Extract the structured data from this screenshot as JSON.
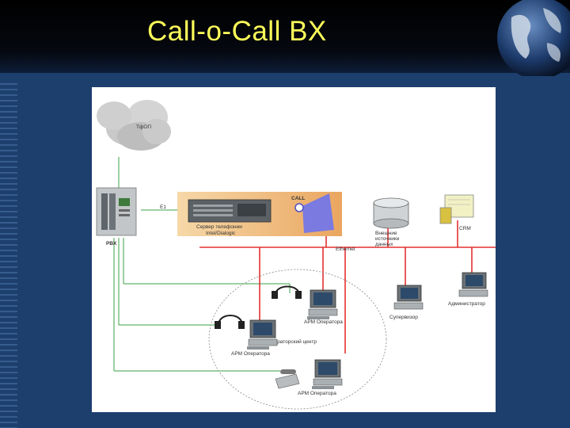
{
  "slide": {
    "title": "Call-o-Call BX"
  },
  "diagram": {
    "cloud_label": "ТфОП",
    "pbx_label": "PBX",
    "e1_label": "E1",
    "server_label_line1": "Сервер телефонии",
    "server_label_line2": "Intel/Dialogic",
    "ethernet_label": "Ethernet",
    "external_label_line1": "Внешние",
    "external_label_line2": "источники",
    "external_label_line3": "данных",
    "crm_label": "CRM",
    "operator_label": "АРМ Оператора",
    "supervisor_label": "Супервизор",
    "admin_label": "Администратор",
    "center_label": "Операторский центр"
  },
  "colors": {
    "background": "#1d3f6e",
    "title": "#ffff5a",
    "ethernet": "#e53030",
    "voice_link": "#3aa043",
    "server_panel": "#f2c07a"
  }
}
